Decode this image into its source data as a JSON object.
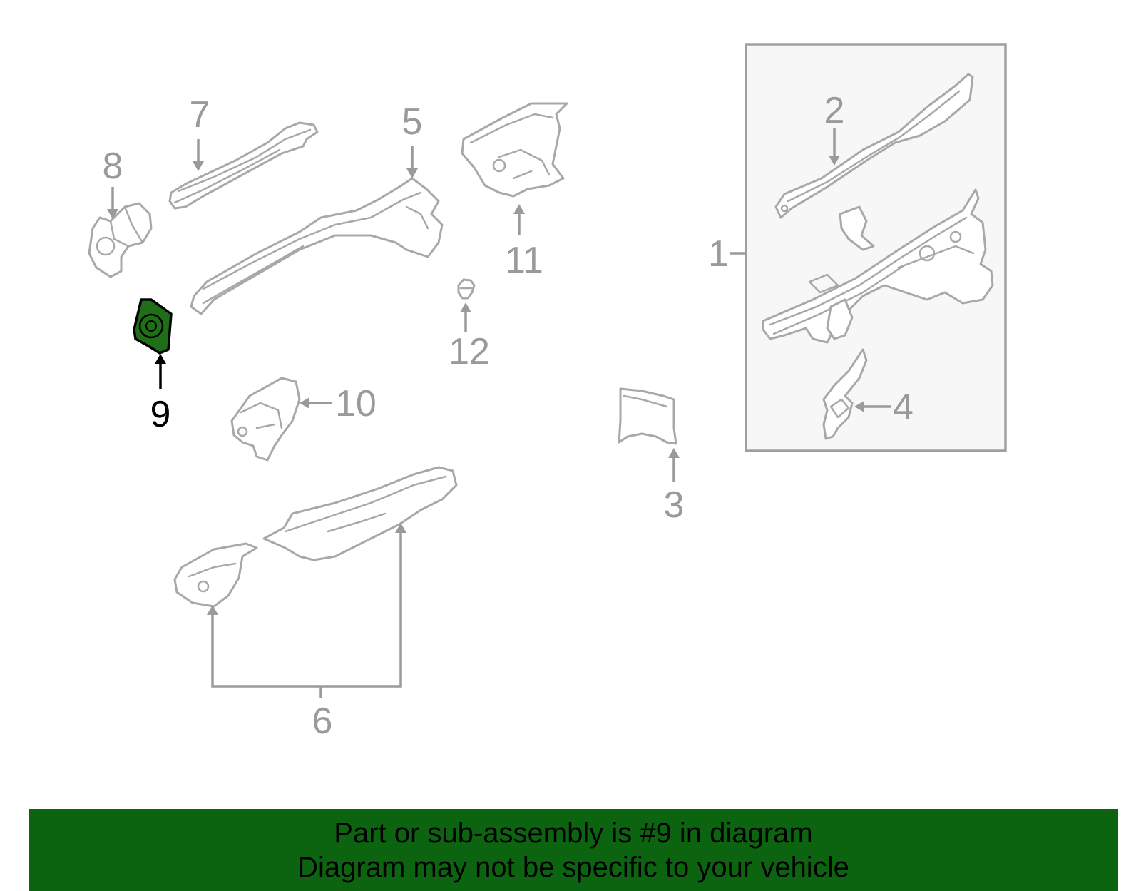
{
  "diagram": {
    "highlight_part": "9",
    "highlight_color": "#1f6e18",
    "callouts": [
      {
        "id": "c1",
        "label": "1"
      },
      {
        "id": "c2",
        "label": "2"
      },
      {
        "id": "c3",
        "label": "3"
      },
      {
        "id": "c4",
        "label": "4"
      },
      {
        "id": "c5",
        "label": "5"
      },
      {
        "id": "c6",
        "label": "6"
      },
      {
        "id": "c7",
        "label": "7"
      },
      {
        "id": "c8",
        "label": "8"
      },
      {
        "id": "c9",
        "label": "9"
      },
      {
        "id": "c10",
        "label": "10"
      },
      {
        "id": "c11",
        "label": "11"
      },
      {
        "id": "c12",
        "label": "12"
      }
    ]
  },
  "banner": {
    "background": "#0d6410",
    "line1": "Part or sub-assembly is #9 in diagram",
    "line2": "Diagram may not be specific to your vehicle"
  }
}
